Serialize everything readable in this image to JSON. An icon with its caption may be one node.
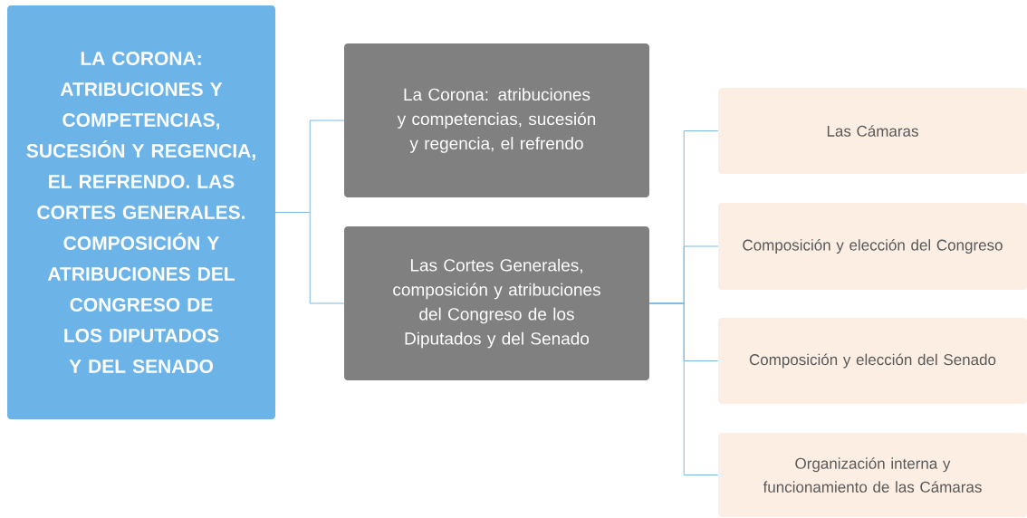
{
  "diagram": {
    "nodes": [
      {
        "text": [
          "LA CORONA: ATRIBUCIONES Y COMPETENCIAS, SUCESIÓN Y REGENCIA, EL REFRENDO. LAS CORTES GENERALES. COMPOSICIÓN Y ATRIBUCIONES DEL CONGRESO DE LOS DIPUTADOS Y DEL SENADO"
        ]
      },
      {
        "text": [
          "La Corona: atribuciones y competencias, sucesión y regencia, el refrendo"
        ]
      },
      {
        "text": [
          "Las Cortes Generales, composición y atribuciones del Congreso de los Diputados y del Senado"
        ]
      },
      {
        "text": [
          "Las Cámaras"
        ]
      },
      {
        "text": [
          "Composición y elección del Congreso"
        ]
      },
      {
        "text": [
          "Composición y elección del Senado"
        ]
      },
      {
        "text": [
          "Organización interna y funcionamiento de las Cámaras"
        ]
      }
    ],
    "edges": [
      {
        "from": 0,
        "to": 1,
        "arrow": "none"
      },
      {
        "from": 0,
        "to": 2,
        "arrow": "none"
      },
      {
        "from": 2,
        "to": 3,
        "arrow": "none"
      },
      {
        "from": 2,
        "to": 4,
        "arrow": "none"
      },
      {
        "from": 2,
        "to": 5,
        "arrow": "none"
      },
      {
        "from": 2,
        "to": 6,
        "arrow": "none"
      }
    ]
  }
}
